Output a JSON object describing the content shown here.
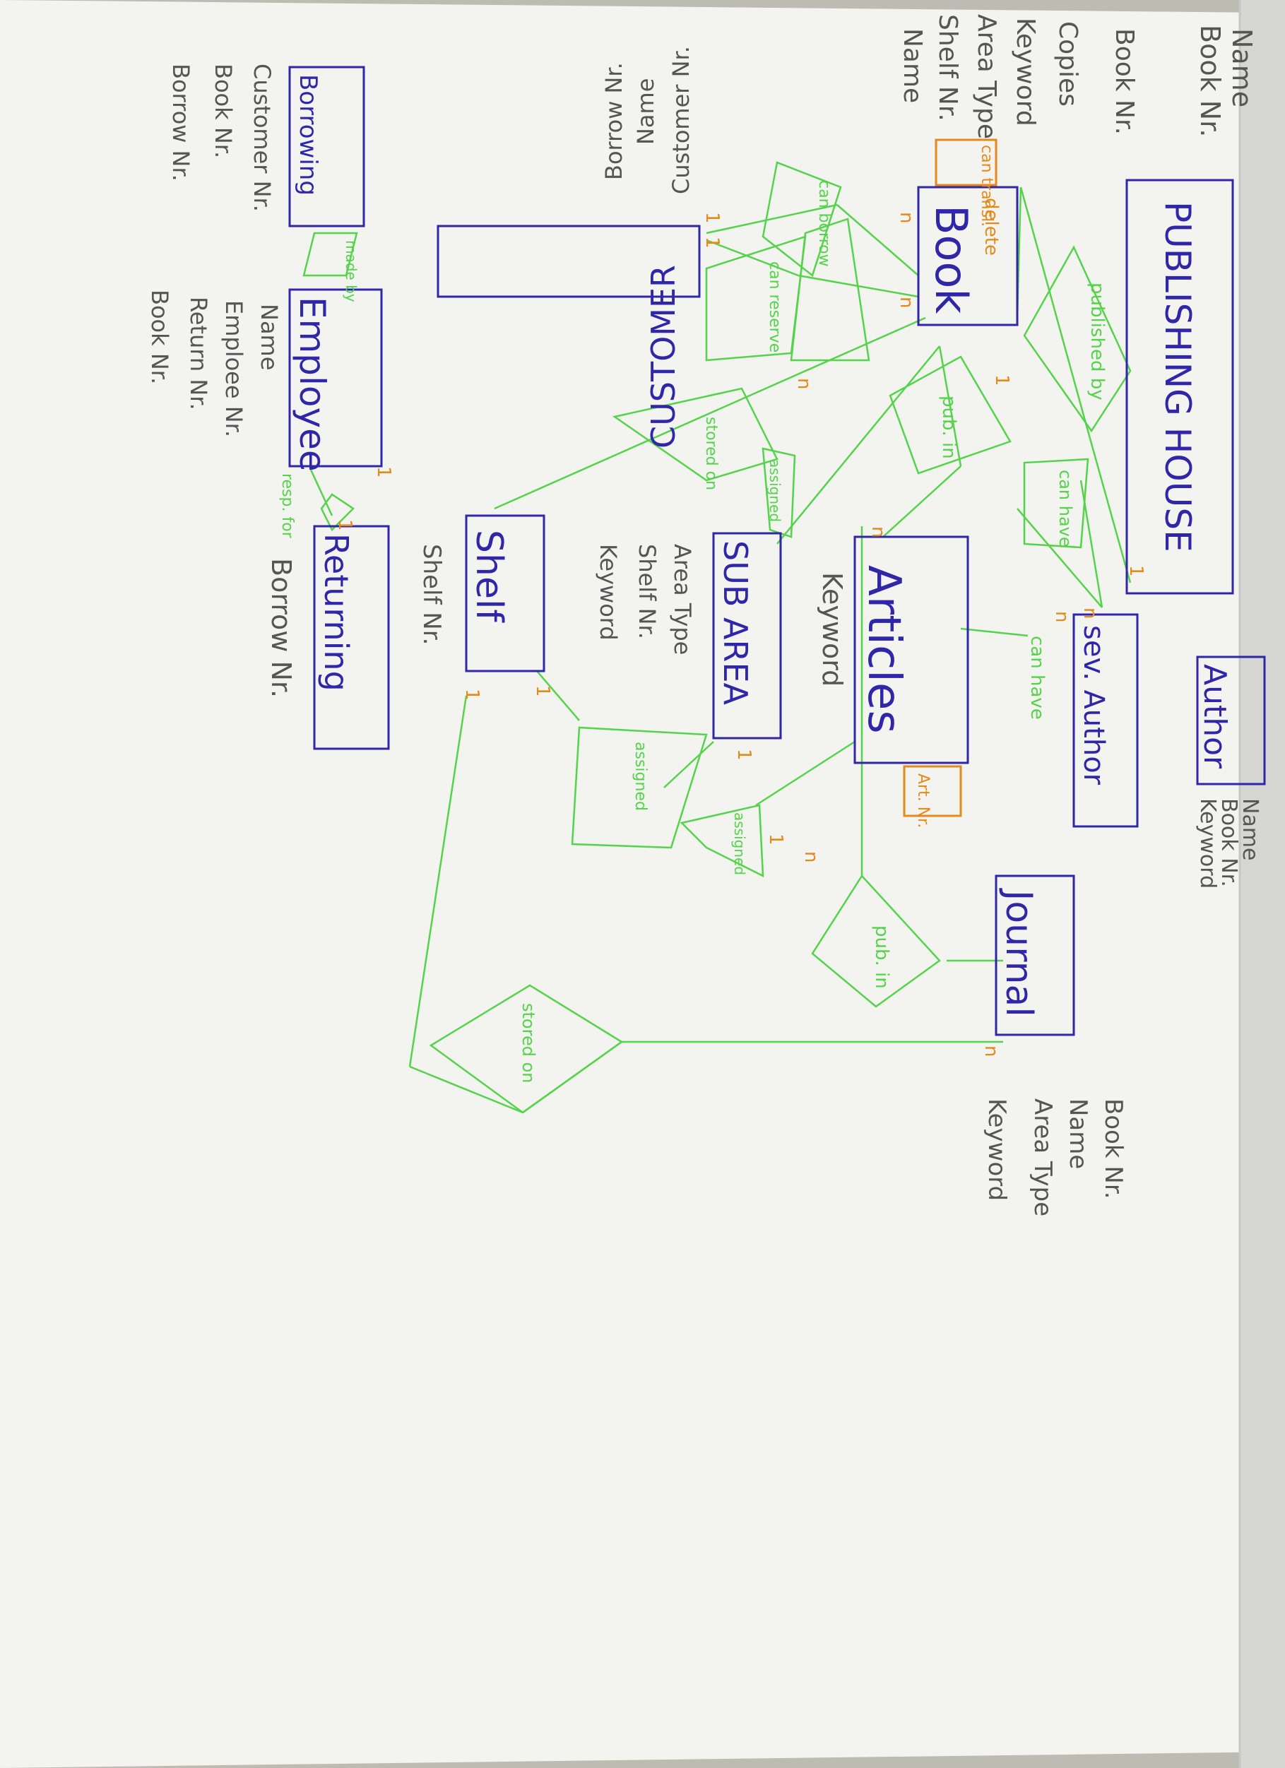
{
  "colors": {
    "entity": "#2f27a8",
    "relationship": "#55d34a",
    "cardinality": "#e58a1a",
    "attribute": "#555555",
    "paper": "#f4f4f1"
  },
  "entities": {
    "publishing_house": "PUBLISHING HOUSE",
    "book": "Book",
    "customer": "CUSTOMER",
    "borrowing": "Borrowing",
    "employee": "Employee",
    "returning": "Returning",
    "shelf": "Shelf",
    "sub_area": "SUB AREA",
    "articles": "Articles",
    "sev_author": "sev. Author",
    "author": "Author",
    "journal": "Journal"
  },
  "attributes": {
    "publishing_house": [
      "Name",
      "Book Nr."
    ],
    "book": [
      "Book Nr.",
      "Copies",
      "Keyword",
      "Area Type",
      "Shelf Nr.",
      "Name"
    ],
    "customer": [
      "Customer Nr.",
      "Name",
      "Borrow Nr."
    ],
    "borrowing": [
      "Customer Nr.",
      "Book Nr.",
      "Borrow Nr."
    ],
    "employee": [
      "Name",
      "Emploee Nr.",
      "Return Nr.",
      "Book Nr."
    ],
    "returning": [
      "Borrow Nr."
    ],
    "shelf": [
      "Shelf Nr."
    ],
    "sub_area": [
      "Area Type",
      "Shelf Nr.",
      "Keyword"
    ],
    "articles": [
      "Keyword"
    ],
    "author": [
      "Name",
      "Book Nr.",
      "Keyword"
    ],
    "journal": [
      "Book Nr.",
      "Name",
      "Area Type",
      "Keyword"
    ]
  },
  "relationships": {
    "published_by": "published by",
    "can_have_ph": "can have",
    "can_have_art": "can have",
    "pub_in_book": "pub. in",
    "pub_in_journal": "pub. in",
    "can_borrow": "can borrow",
    "can_reserve": "can reserve",
    "stored_on_book": "stored on",
    "assigned_book": "assigned",
    "assigned_shelf": "assigned",
    "assigned_art": "assigned",
    "stored_on_journal": "stored on",
    "made_by": "made by",
    "resp_for": "resp. for"
  },
  "notes": {
    "can_transl": "can transl.",
    "delete": "delete",
    "art_nr": "Art. Nr."
  },
  "cardinalities": [
    "n",
    "1"
  ]
}
